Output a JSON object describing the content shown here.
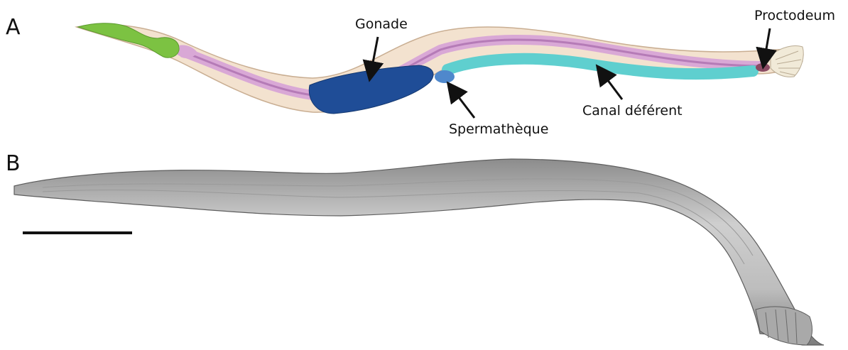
{
  "panels": [
    {
      "letter": "A"
    },
    {
      "letter": "B"
    }
  ],
  "labels": {
    "gonade": "Gonade",
    "spermatheque": "Spermathèque",
    "canal_deferent": "Canal déférent",
    "proctodeum": "Proctodeum"
  },
  "colors": {
    "body": "#f3e2cf",
    "body_outline": "#c9ae92",
    "pharynx": "#7cc242",
    "intestine": "#d9a8d6",
    "gonad": "#1f4d97",
    "spermatheca": "#4f88cc",
    "vas_deferens": "#5fcfcf",
    "proctodeum": "#8a4a63",
    "micrograph": "#b7b7b7"
  }
}
